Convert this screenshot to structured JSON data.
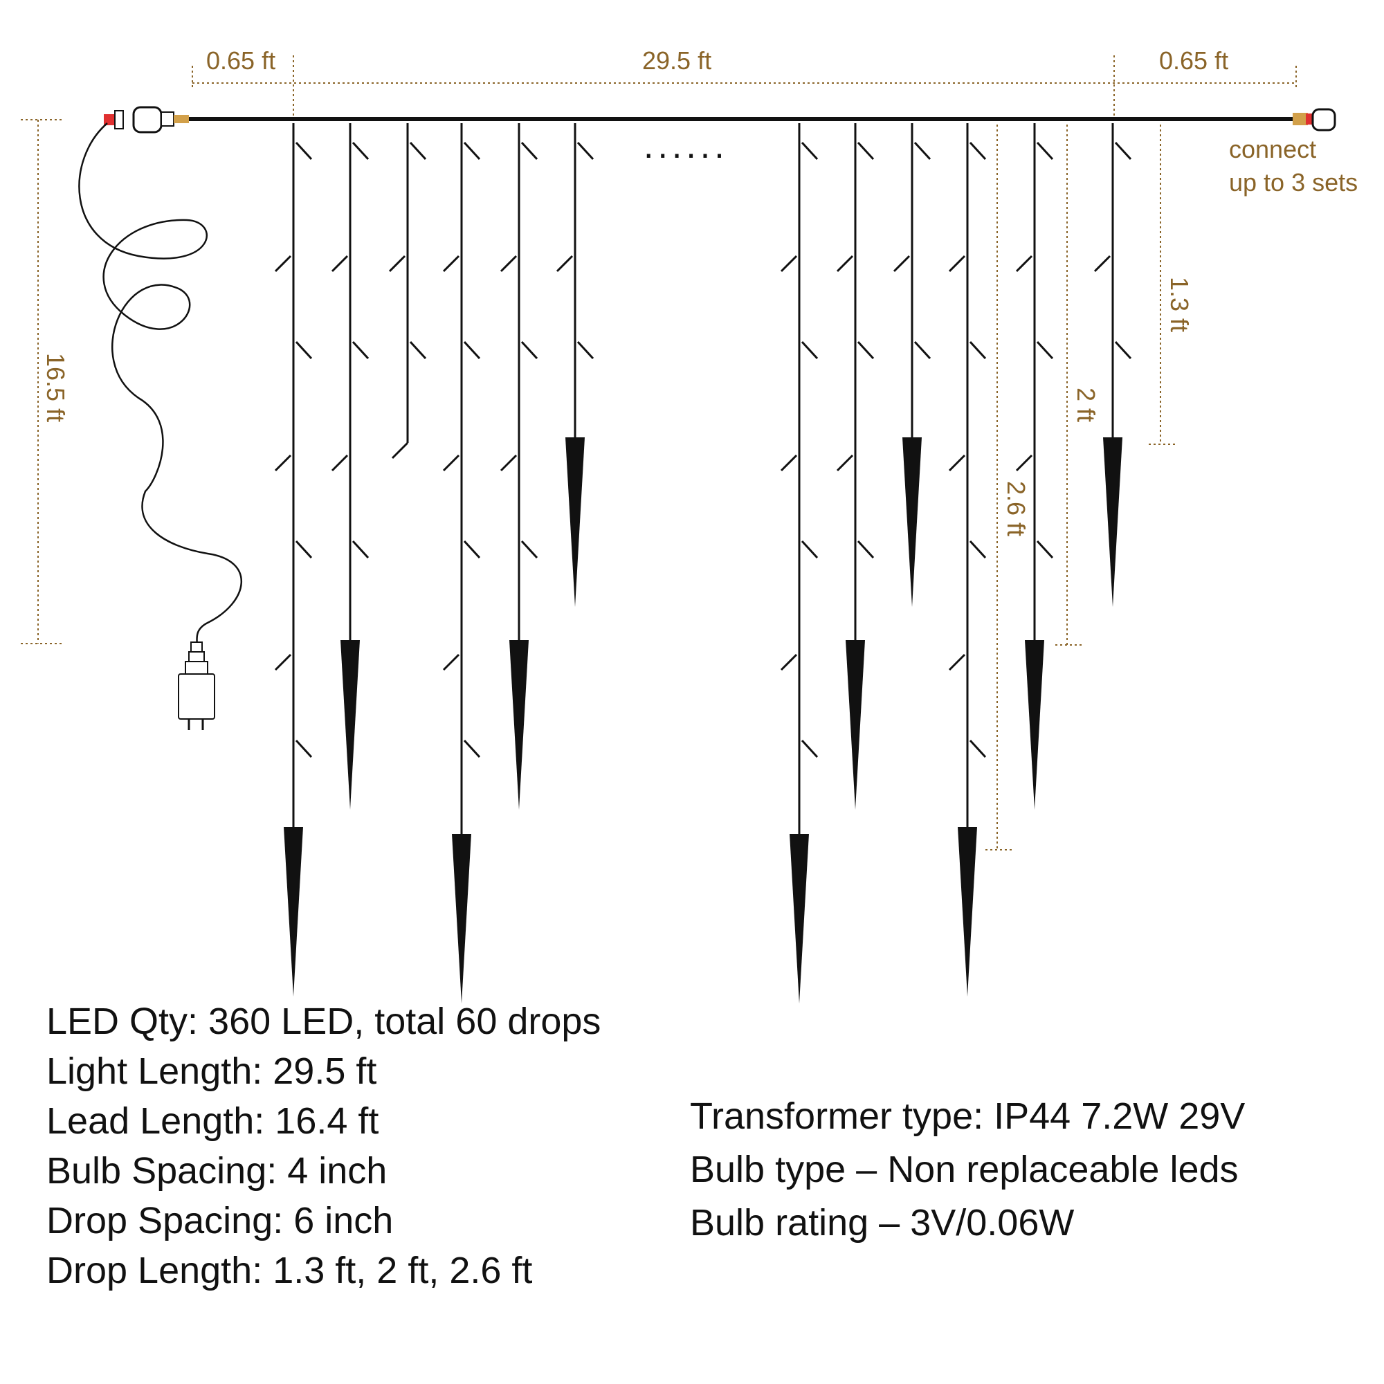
{
  "colors": {
    "dimension": "#8a6428",
    "ink": "#111111",
    "plug": "#e03030"
  },
  "dimensions": {
    "left_end": "0.65 ft",
    "main_length": "29.5 ft",
    "right_end": "0.65 ft",
    "lead_length": "16.5 ft",
    "drop_short": "1.3 ft",
    "drop_mid": "2 ft",
    "drop_long": "2.6 ft",
    "ellipsis": "......"
  },
  "connector_note": {
    "line1": "connect",
    "line2": "up to 3 sets"
  },
  "specs_left": [
    "LED Qty: 360 LED,  total 60 drops",
    "Light Length: 29.5 ft",
    "Lead Length: 16.4 ft",
    "Bulb Spacing: 4 inch",
    "Drop Spacing: 6 inch",
    "Drop Length: 1.3 ft, 2 ft, 2.6 ft"
  ],
  "specs_right": [
    "Transformer type: IP44 7.2W 29V",
    "Bulb type – Non replaceable leds",
    "Bulb rating – 3V/0.06W"
  ],
  "icons": [
    "power-adapter-icon",
    "end-connector-icon",
    "icicle-drop-icon"
  ]
}
